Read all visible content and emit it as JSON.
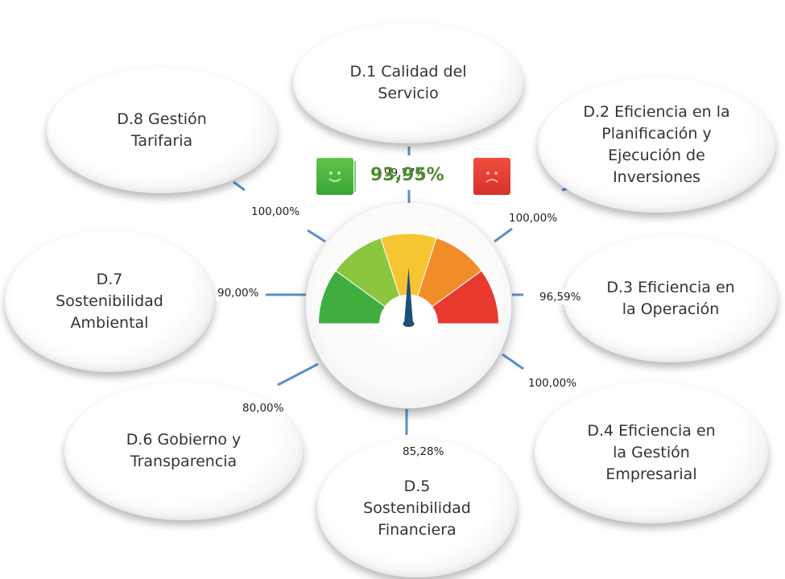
{
  "center": {
    "total_value": "93,95%"
  },
  "dimensions": [
    {
      "label": "D.1 Calidad del\nServicio",
      "value": "99,77%"
    },
    {
      "label": "D.2 Eficiencia en la\nPlanificación y\nEjecución de\nInversiones",
      "value": "100,00%"
    },
    {
      "label": "D.3 Eficiencia en\nla Operación",
      "value": "96,59%"
    },
    {
      "label": "D.4 Eficiencia en\nla Gestión\nEmpresarial",
      "value": "100,00%"
    },
    {
      "label": "D.5\nSostenibilidad\nFinanciera",
      "value": "85,28%"
    },
    {
      "label": "D.6 Gobierno y\nTransparencia",
      "value": "80,00%"
    },
    {
      "label": "D.7\nSostenibilidad\nAmbiental",
      "value": "90,00%"
    },
    {
      "label": "D.8 Gestión\nTarifaria",
      "value": "100,00%"
    }
  ],
  "colors": {
    "connector": "#5b8fc7",
    "gauge_green": "#3fae3f",
    "gauge_lime": "#8cc63f",
    "gauge_yellow": "#f7c531",
    "gauge_orange": "#f28c28",
    "gauge_red": "#e8392f",
    "needle": "#1d4f7a",
    "value_text": "#4f8a33"
  },
  "icons": {
    "happy": "smiley-face-icon",
    "sad": "sad-face-icon"
  }
}
